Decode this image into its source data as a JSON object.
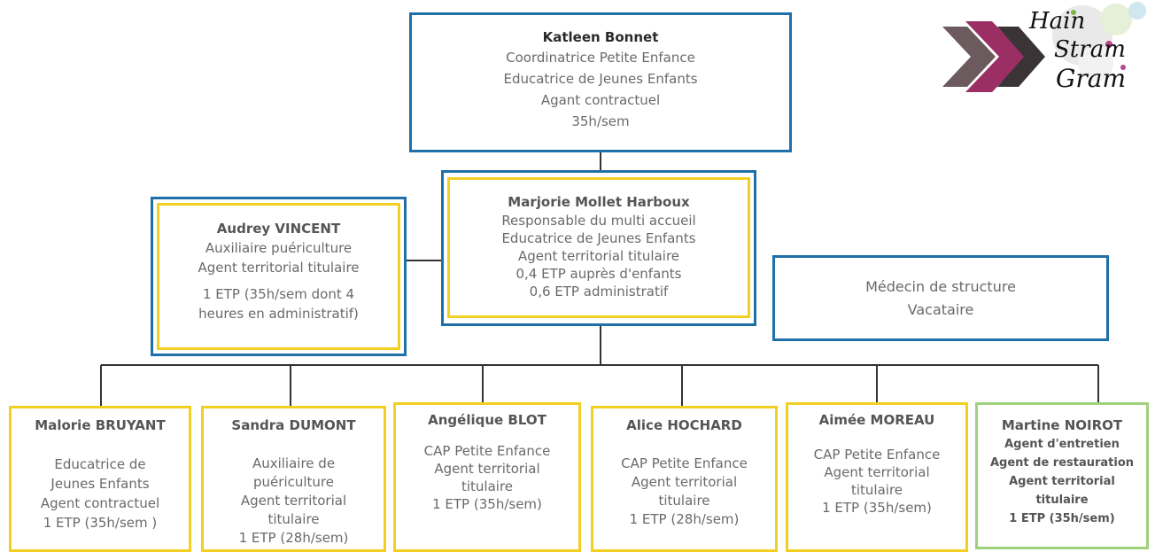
{
  "top": {
    "name": "Katleen Bonnet",
    "lines": [
      "Coordinatrice Petite Enfance",
      "Educatrice de Jeunes Enfants",
      "Agant contractuel",
      "35h/sem"
    ]
  },
  "manager": {
    "name": "Marjorie Mollet Harboux",
    "lines": [
      "Responsable du multi accueil",
      "Educatrice de Jeunes Enfants",
      "Agent territorial titulaire",
      "0,4 ETP auprès d'enfants",
      "0,6 ETP administratif"
    ]
  },
  "side": {
    "name": "Audrey VINCENT",
    "lines": [
      "Auxiliaire puériculture",
      "Agent territorial titulaire",
      "1 ETP (35h/sem dont 4",
      "heures en administratif)"
    ]
  },
  "doctor": {
    "lines": [
      "Médecin de structure",
      "Vacataire"
    ]
  },
  "staff": [
    {
      "name": "Malorie BRUYANT",
      "lines": [
        "Educatrice de",
        "Jeunes Enfants",
        "Agent contractuel",
        "1 ETP (35h/sem )"
      ]
    },
    {
      "name": "Sandra DUMONT",
      "lines": [
        "Auxiliaire de",
        "puériculture",
        "Agent territorial",
        "titulaire",
        "1 ETP (28h/sem)"
      ]
    },
    {
      "name": "Angélique BLOT",
      "lines": [
        "CAP Petite Enfance",
        "Agent territorial",
        "titulaire",
        "1 ETP (35h/sem)"
      ]
    },
    {
      "name": "Alice HOCHARD",
      "lines": [
        "CAP Petite Enfance",
        "Agent territorial",
        "titulaire",
        "1 ETP (28h/sem)"
      ]
    },
    {
      "name": "Aimée MOREAU",
      "lines": [
        "CAP Petite Enfance",
        "Agent territorial",
        "titulaire",
        "1 ETP (35h/sem)"
      ]
    },
    {
      "name": "Martine NOIROT",
      "lines": [
        "Agent d'entretien",
        "Agent de restauration",
        "Agent territorial",
        "titulaire",
        "1 ETP (35h/sem)"
      ]
    }
  ],
  "logo": {
    "line1": "Hain",
    "line2": "Stram",
    "line3": "Gram"
  },
  "colors": {
    "blue_border": "#1f6fa8",
    "yellow_border": "#f2cf22",
    "green_border": "#9fd07a",
    "connector": "#333333"
  }
}
